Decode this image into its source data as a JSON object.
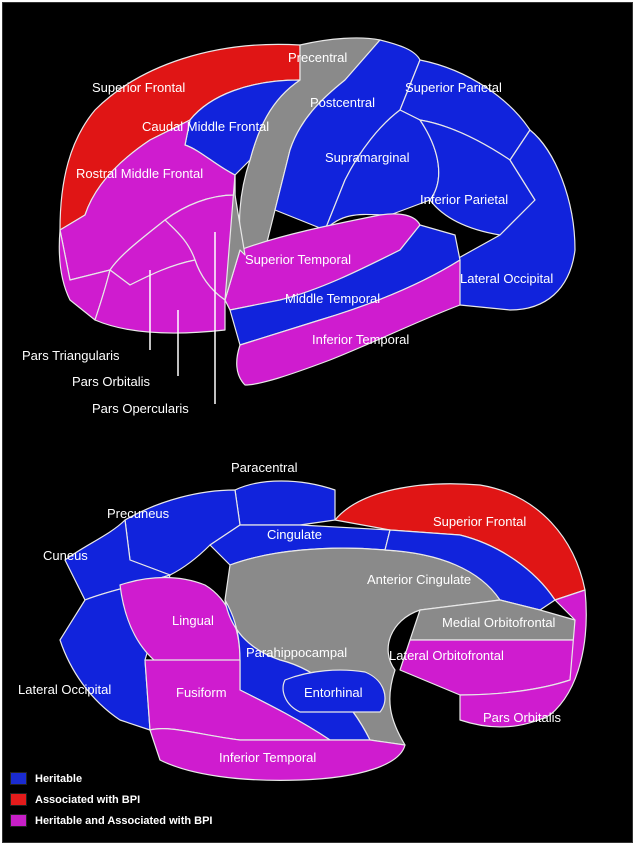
{
  "colors": {
    "heritable": "#0a1ee6",
    "associated": "#e61414",
    "both": "#d21ed2",
    "neutral": "#8c8c8c",
    "background": "#000000"
  },
  "lateral_view": {
    "labels": {
      "precentral": "Precentral",
      "superior_frontal": "Superior Frontal",
      "postcentral": "Postcentral",
      "superior_parietal": "Superior Parietal",
      "caudal_middle_frontal": "Caudal Middle Frontal",
      "supramarginal": "Supramarginal",
      "rostral_middle_frontal": "Rostral Middle Frontal",
      "inferior_parietal": "Inferior Parietal",
      "superior_temporal": "Superior Temporal",
      "lateral_occipital": "Lateral Occipital",
      "middle_temporal": "Middle Temporal",
      "inferior_temporal": "Inferior Temporal",
      "pars_triangularis": "Pars Triangularis",
      "pars_orbitalis": "Pars Orbitalis",
      "pars_opercularis": "Pars Opercularis"
    }
  },
  "medial_view": {
    "labels": {
      "paracentral": "Paracentral",
      "precuneus": "Precuneus",
      "superior_frontal": "Superior Frontal",
      "cingulate": "Cingulate",
      "cuneus": "Cuneus",
      "anterior_cingulate": "Anterior Cingulate",
      "lingual": "Lingual",
      "medial_orbitofrontal": "Medial Orbitofrontal",
      "parahippocampal": "Parahippocampal",
      "lateral_orbitofrontal": "Lateral Orbitofrontal",
      "lateral_occipital": "Lateral Occipital",
      "fusiform": "Fusiform",
      "entorhinal": "Entorhinal",
      "pars_orbitalis": "Pars Orbitalis",
      "inferior_temporal": "Inferior Temporal"
    }
  },
  "legend": [
    {
      "label": "Heritable",
      "color": "#1a2bd0"
    },
    {
      "label": "Associated with BPI",
      "color": "#e31b1b"
    },
    {
      "label": "Heritable and Associated with BPI",
      "color": "#c71fc7"
    }
  ]
}
